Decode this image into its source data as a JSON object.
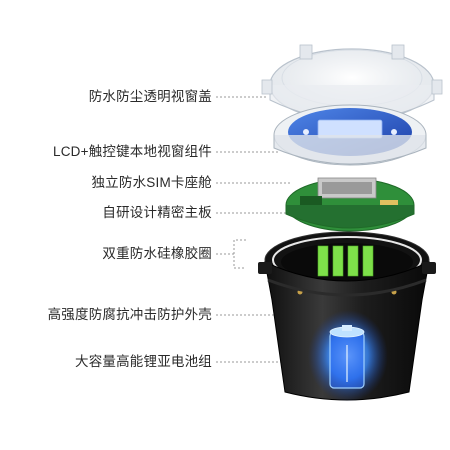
{
  "title": "",
  "callouts": [
    {
      "id": "lid",
      "text": "防水防尘透明视窗盖"
    },
    {
      "id": "lcd",
      "text": "LCD+触控键本地视窗组件"
    },
    {
      "id": "sim",
      "text": "独立防水SIM卡座舱"
    },
    {
      "id": "board",
      "text": "自研设计精密主板"
    },
    {
      "id": "seal",
      "text": "双重防水硅橡胶圈"
    },
    {
      "id": "shell",
      "text": "高强度防腐抗冲击防护外壳"
    },
    {
      "id": "battery",
      "text": "大容量高能锂亚电池组"
    }
  ],
  "colors": {
    "label_text": "#2a2a2a",
    "leader_line": "#9a9a9a",
    "housing": "#1c1c1c",
    "board": "#2f8f3a",
    "seal_green": "#7ee04a",
    "battery_glow": "#3a8cff",
    "screen_blue": "#2a5ec8"
  },
  "icons": [
    "exploded-device-illustration"
  ]
}
